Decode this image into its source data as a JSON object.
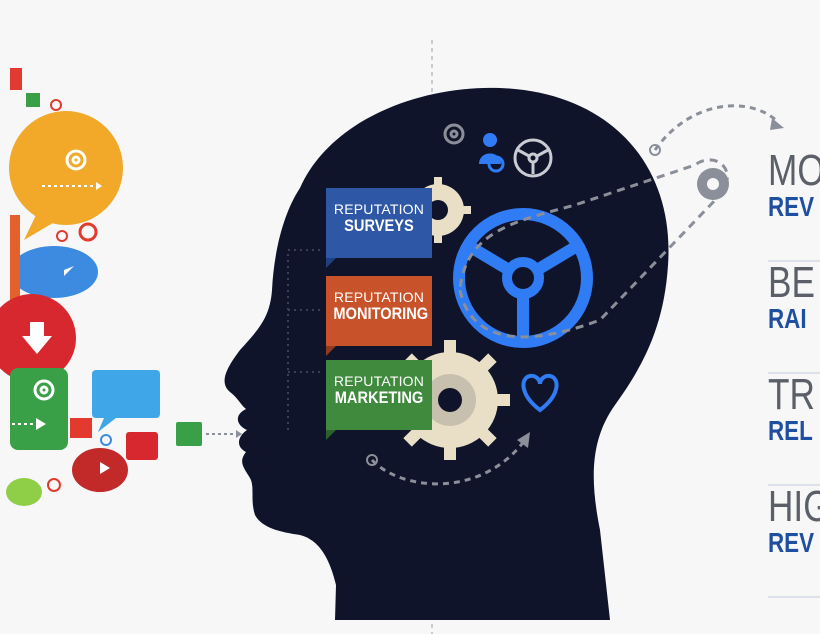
{
  "tags": [
    {
      "line1": "REPUTATION",
      "line2": "SURVEYS"
    },
    {
      "line1": "REPUTATION",
      "line2": "MONITORING"
    },
    {
      "line1": "REPUTATION",
      "line2": "MARKETING"
    }
  ],
  "side_list": [
    {
      "big": "MO",
      "small": "REV"
    },
    {
      "big": "BE",
      "small": "RAI"
    },
    {
      "big": "TR",
      "small": "REL"
    },
    {
      "big": "HIG",
      "small": "REV"
    }
  ],
  "colors": {
    "head": "#10142a",
    "surveys": "#2e57a6",
    "monitoring": "#c8532a",
    "marketing": "#3f8a3c",
    "accent_blue": "#2f7cf5",
    "gear_beige": "#e8dfc6"
  },
  "icons": [
    "gear-icon",
    "person-search-icon",
    "steering-wheel-icon",
    "heart-icon",
    "cog-icon",
    "speech-bubble-icon",
    "arrow-down-icon",
    "play-icon"
  ]
}
